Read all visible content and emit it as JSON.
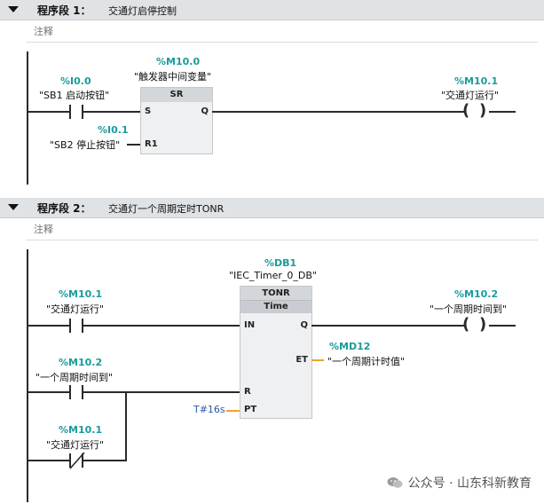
{
  "network1": {
    "title": "程序段 1：",
    "description": "交通灯启停控制",
    "comment": "注释",
    "sr_block": {
      "address": "%M10.0",
      "symbol": "\"触发器中间变量\"",
      "type": "SR",
      "pin_s": "S",
      "pin_r1": "R1",
      "pin_q": "Q"
    },
    "contact_start": {
      "address": "%I0.0",
      "symbol": "\"SB1 启动按钮\""
    },
    "contact_stop": {
      "address": "%I0.1",
      "symbol": "\"SB2 停止按钮\""
    },
    "coil": {
      "address": "%M10.1",
      "symbol": "\"交通灯运行\""
    }
  },
  "network2": {
    "title": "程序段 2：",
    "description": "交通灯一个周期定时TONR",
    "comment": "注释",
    "timer": {
      "address": "%DB1",
      "symbol": "\"IEC_Timer_0_DB\"",
      "type": "TONR",
      "subtype": "Time",
      "pin_in": "IN",
      "pin_r": "R",
      "pin_pt": "PT",
      "pin_q": "Q",
      "pin_et": "ET"
    },
    "contact_run": {
      "address": "%M10.1",
      "symbol": "\"交通灯运行\""
    },
    "contact_period": {
      "address": "%M10.2",
      "symbol": "\"一个周期时间到\""
    },
    "contact_run_nc": {
      "address": "%M10.1",
      "symbol": "\"交通灯运行\""
    },
    "pt_value": "T#16s",
    "et_output": {
      "address": "%MD12",
      "symbol": "\"一个周期计时值\""
    },
    "coil": {
      "address": "%M10.2",
      "symbol": "\"一个周期时间到\""
    }
  },
  "watermark": {
    "text": "公众号 · 山东科新教育"
  }
}
